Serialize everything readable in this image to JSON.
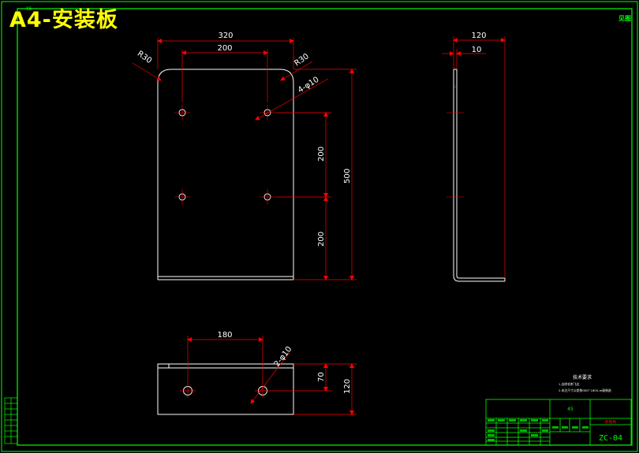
{
  "title": "A4-安装板",
  "top_mark": "Y6",
  "corner_tag": "见图",
  "dimensions": {
    "front_width": "320",
    "front_hole_spacing": "200",
    "radius_left": "R30",
    "radius_right": "R30",
    "hole_callout": "4-φ10",
    "vertical_200_upper": "200",
    "vertical_200_lower": "200",
    "overall_height": "500",
    "side_width": "120",
    "side_thickness": "10",
    "bottom_hole_spacing": "180",
    "bottom_hole_callout": "2-φ10",
    "bottom_70": "70",
    "bottom_120": "120"
  },
  "title_block": {
    "tech_title": "技术要求",
    "tech_line1": "1.去除毛刺飞边",
    "tech_line2": "2.未注尺寸公差按GB/T 1804-m级制造",
    "material": "45",
    "drawing_no": "ZC-04",
    "stamp": "安装板"
  },
  "colors": {
    "outline": "#ffffff",
    "dimension": "#ff0000",
    "frame": "#00ff00",
    "title": "#ffff00",
    "center": "#ff0000"
  }
}
